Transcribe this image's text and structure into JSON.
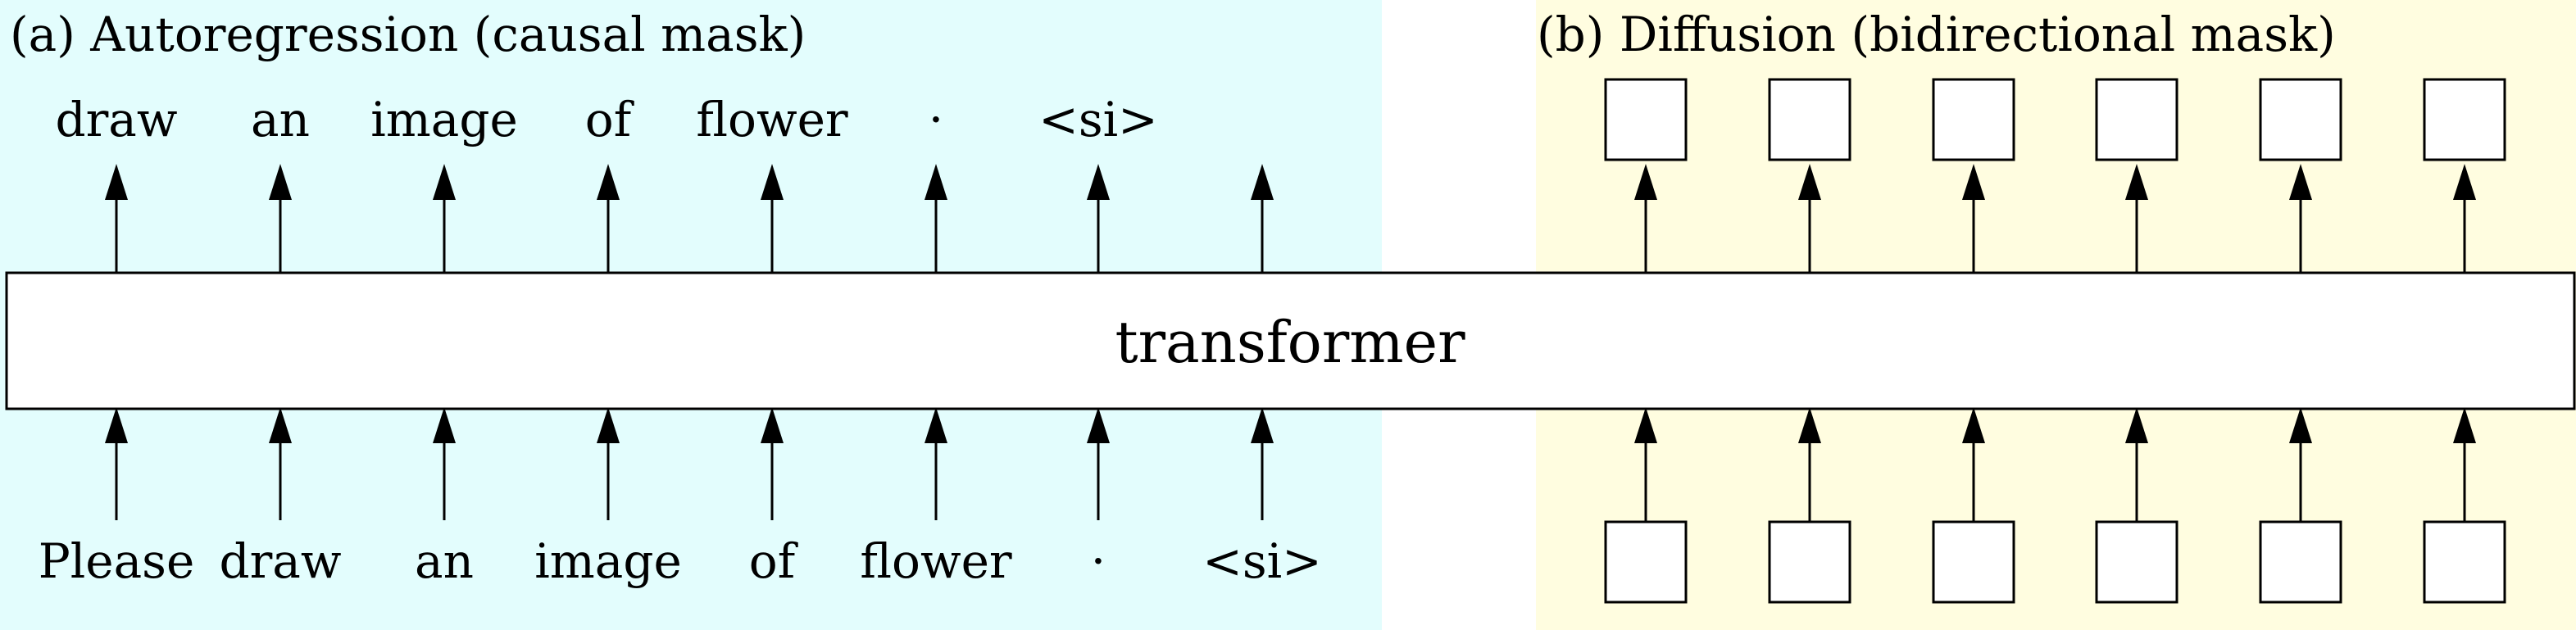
{
  "panel_a": {
    "title": "(a) Autoregression (causal mask)"
  },
  "panel_b": {
    "title": "(b) Diffusion (bidirectional mask)"
  },
  "transformer": {
    "label": "transformer"
  },
  "ar_output_tokens": [
    "draw",
    "an",
    "image",
    "of",
    "flower",
    "·",
    "<si>",
    ""
  ],
  "ar_input_tokens": [
    "Please",
    "draw",
    "an",
    "image",
    "of",
    "flower",
    "·",
    "<si>"
  ],
  "diffusion_output_slots": 6,
  "diffusion_input_slots": 6,
  "colors": {
    "panel_a_background": "#e3fdfd",
    "panel_b_background": "#fffde0",
    "stroke": "#000000",
    "box_fill": "#ffffff"
  }
}
